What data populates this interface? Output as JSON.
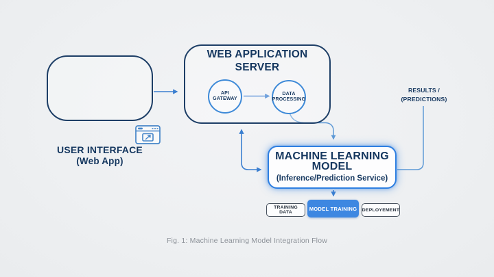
{
  "figure": {
    "caption": "Fig. 1: Machine Learning Model Integration Flow"
  },
  "colors": {
    "background": "#eef0f2",
    "text_navy": "#15375f",
    "node_border_navy": "#1d3e66",
    "circle_border_blue": "#3e8ad8",
    "connector_blue": "#3b7fd0",
    "connector_light_blue": "#5f9ad6",
    "ml_box_border": "#2e7fe1",
    "ml_box_background": "#fdfdfe",
    "model_training_background": "#3d87e1",
    "small_box_border": "#49535f",
    "caption_gray": "#8d9299"
  },
  "nodes": {
    "user_interface": {
      "icon": "browser-window-icon",
      "title": "USER INTERFACE",
      "subtitle": "(Web App)"
    },
    "web_application_server": {
      "title_line1": "WEB APPLICATION",
      "title_line2": "SERVER",
      "api_gateway": {
        "label_line1": "API",
        "label_line2": "GATEWAY"
      },
      "data_processing": {
        "label_line1": "DATA",
        "label_line2": "PROCESSING"
      }
    },
    "machine_learning_model": {
      "title_line1": "MACHINE LEARNING",
      "title_line2": "MODEL",
      "subtitle": "(Inference/Prediction Service)"
    },
    "training_data": {
      "label": "TRAINING DATA"
    },
    "model_training": {
      "label": "MODEL TRAINING"
    },
    "deployment": {
      "label": "DEPLOYEMENT"
    }
  },
  "annotations": {
    "results": {
      "line1": "RESULTS /",
      "line2": "(PREDICTIONS)"
    }
  }
}
